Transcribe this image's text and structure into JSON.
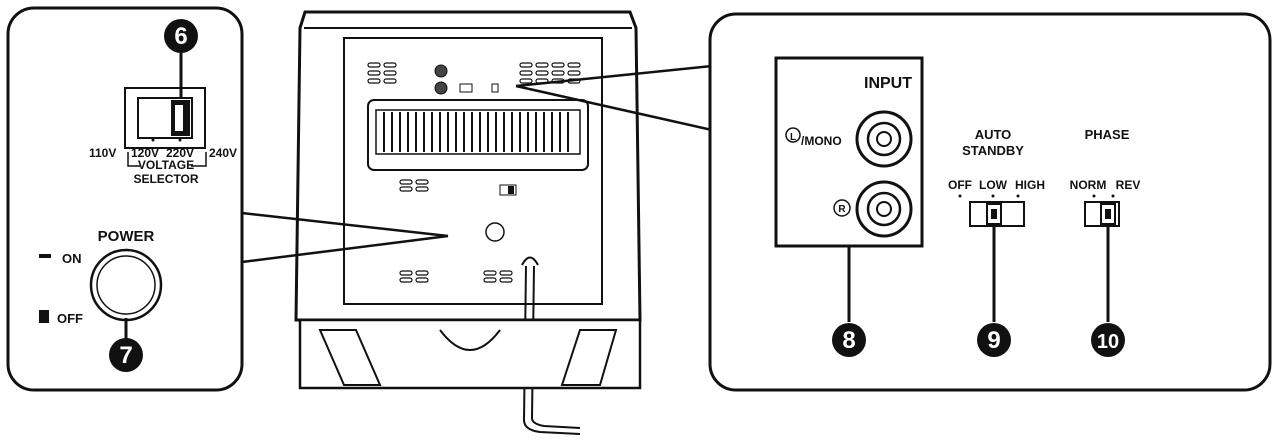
{
  "selector_panel": {
    "callout_6": "6",
    "callout_7": "7",
    "voltage_110": "110V",
    "voltage_120": "120V",
    "voltage_220": "220V",
    "voltage_240": "240V",
    "voltage_label": "VOLTAGE",
    "selector_label": "SELECTOR",
    "power_label": "POWER",
    "on_label": "ON",
    "off_label": "OFF"
  },
  "input_panel": {
    "callout_8": "8",
    "callout_9": "9",
    "callout_10": "10",
    "input_label": "INPUT",
    "left_jack_letter": "L",
    "left_jack_label": "/MONO",
    "right_jack_letter": "R",
    "auto_label": "AUTO",
    "standby_label": "STANDBY",
    "standby_off": "OFF",
    "standby_low": "LOW",
    "standby_high": "HIGH",
    "phase_label": "PHASE",
    "phase_norm": "NORM",
    "phase_rev": "REV"
  },
  "colors": {
    "ink": "#111111",
    "background": "#ffffff"
  }
}
